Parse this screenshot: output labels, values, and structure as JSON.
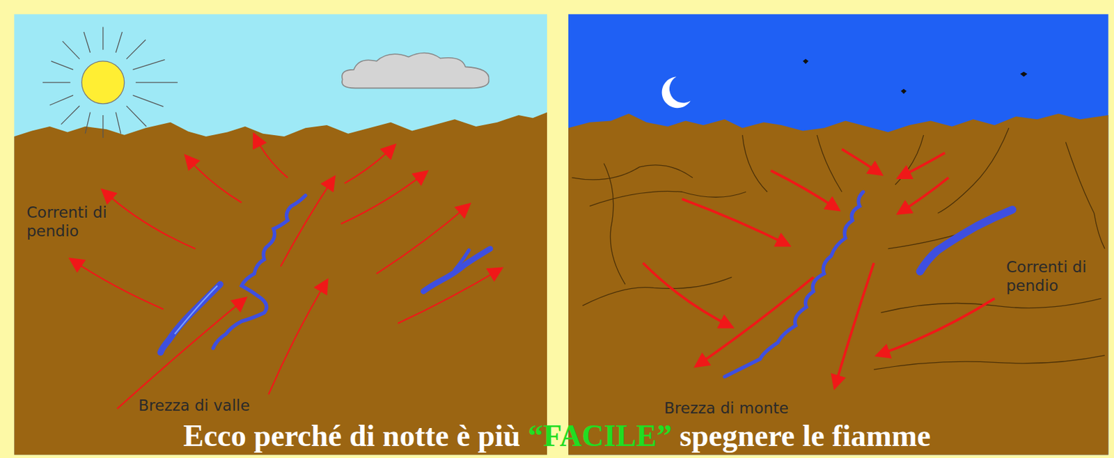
{
  "diagram": {
    "labels": [
      "Correnti di pendio",
      "Brezza di valle",
      "Brezza di monte",
      "Correnti di pendio",
      "Ecco perché di notte è più",
      "“FACILE”",
      "spegnere le fiamme"
    ]
  }
}
